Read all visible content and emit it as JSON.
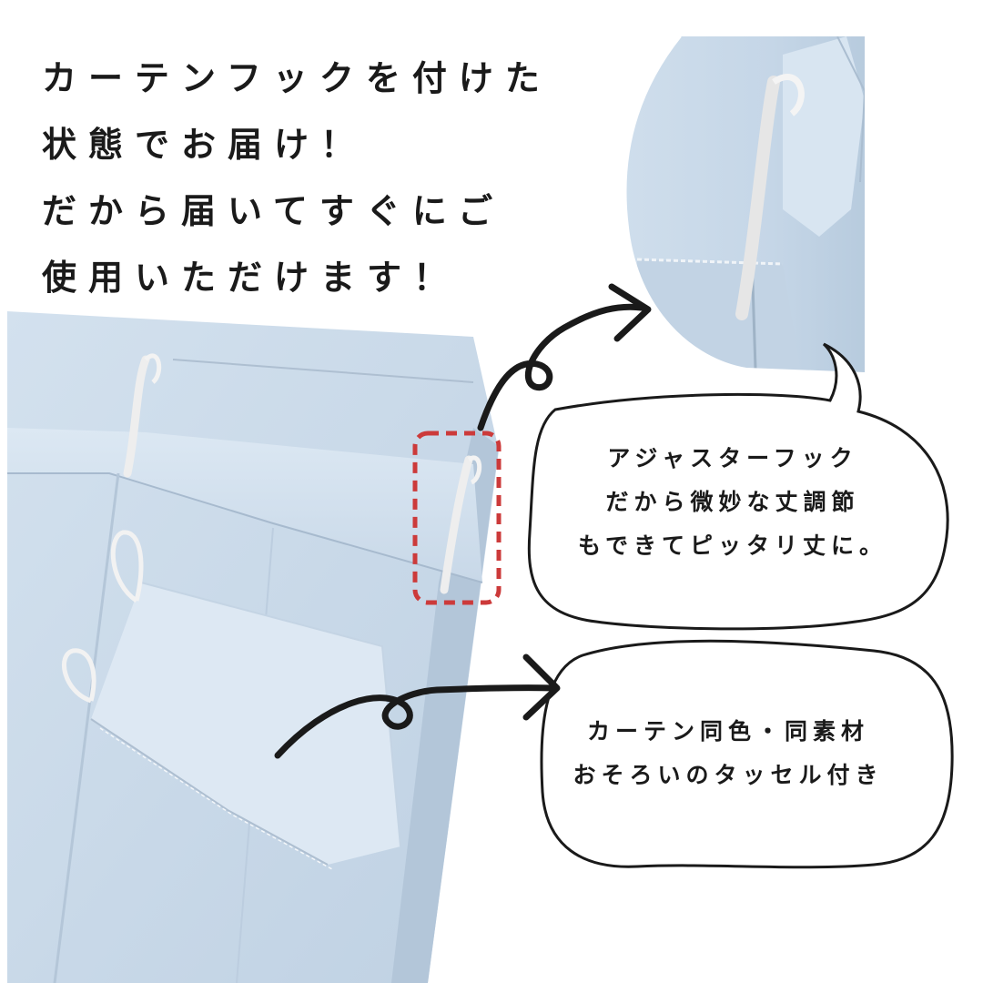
{
  "headline": [
    "カーテンフックを付けた",
    "状態でお届け！",
    "だから届いてすぐにご",
    "使用いただけます！"
  ],
  "callouts": [
    {
      "lines": [
        "アジャスターフック",
        "だから微妙な丈調節",
        "もできてピッタリ丈に。"
      ]
    },
    {
      "lines": [
        "カーテン同色・同素材",
        "おそろいのタッセル付き"
      ]
    }
  ],
  "colors": {
    "curtain": "#c9d9e9",
    "curtain_light": "#d9e6f2",
    "curtain_shadow": "#a9bccd",
    "highlight_box": "#cc3a3a",
    "ink": "#1a1a1a"
  }
}
